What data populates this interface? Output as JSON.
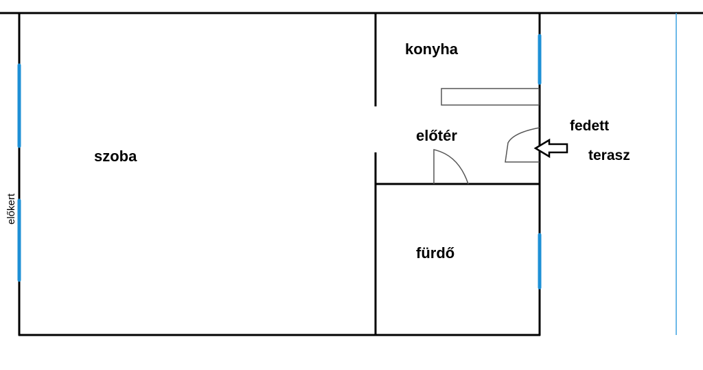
{
  "rooms": {
    "szoba": "szoba",
    "konyha": "konyha",
    "eloter": "előtér",
    "furdo": "fürdő"
  },
  "outside": {
    "fedett": "fedett",
    "terasz": "terasz",
    "elokert": "előkert"
  },
  "colors": {
    "wall": "#000000",
    "window": "#1e90d6",
    "fixture": "#555555",
    "boundary": "#3aa0e0"
  }
}
